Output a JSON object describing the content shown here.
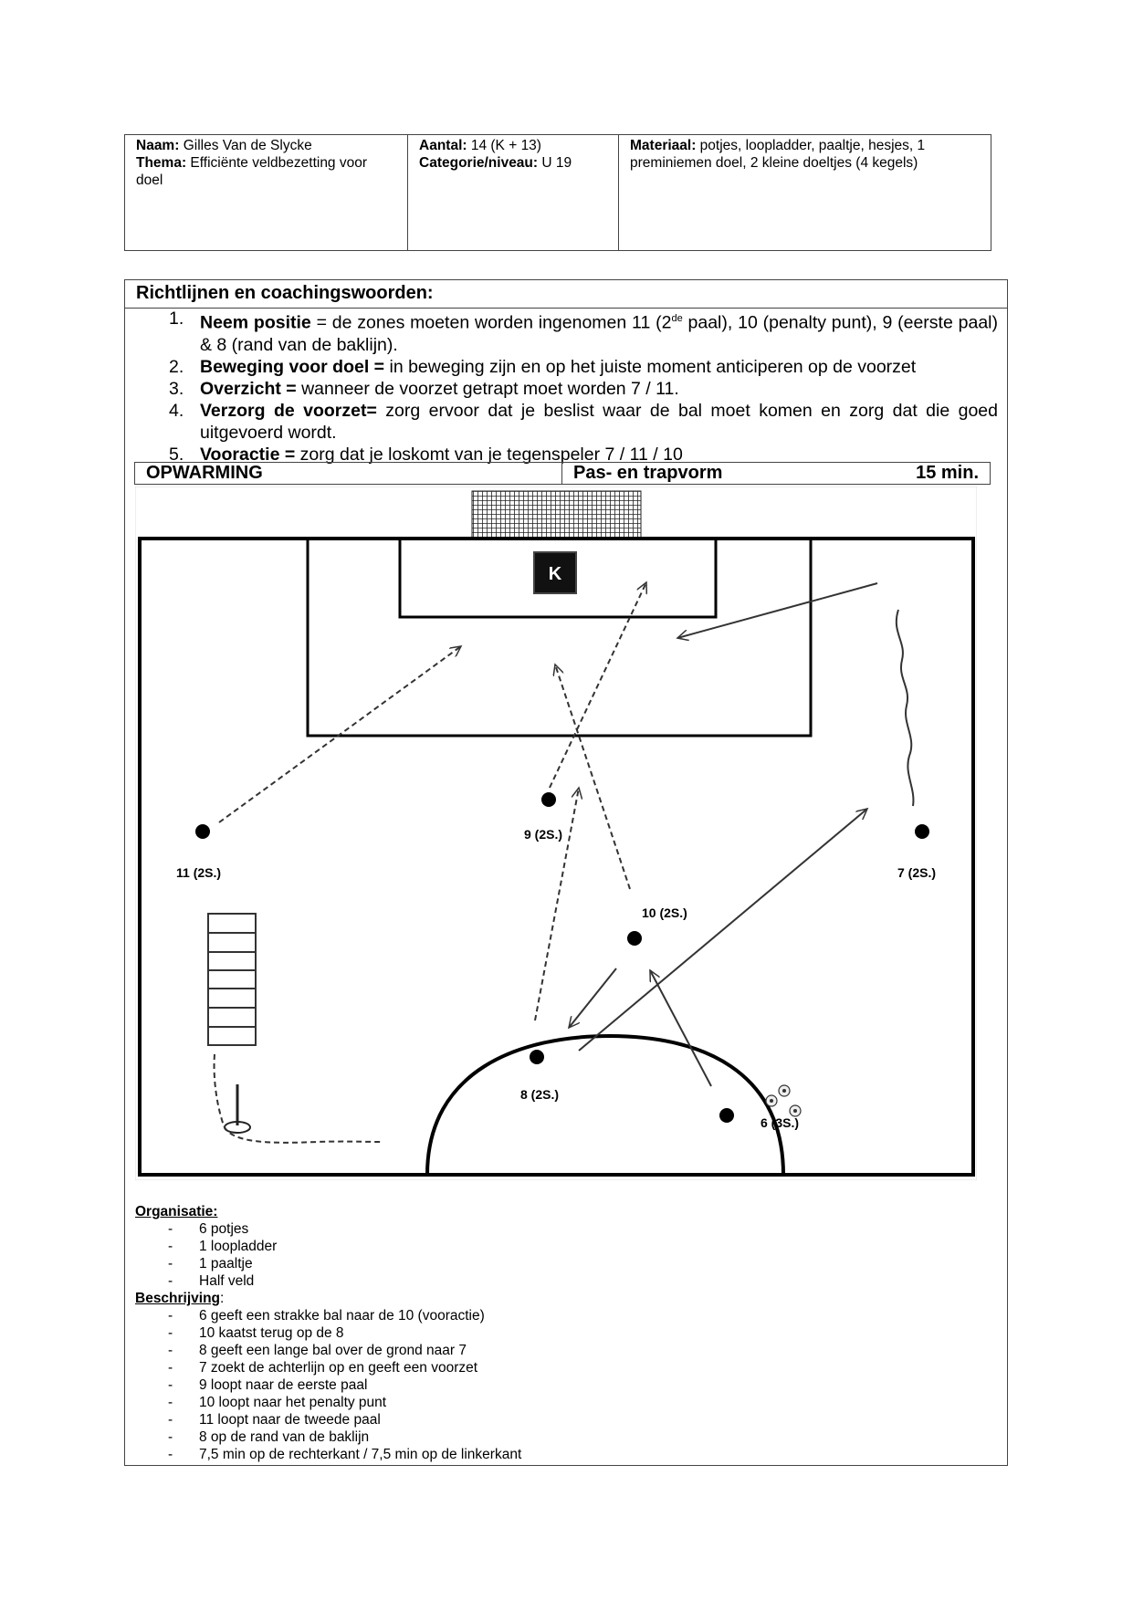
{
  "header": {
    "col1": {
      "naam_label": "Naam:",
      "naam_value": " Gilles Van de Slycke",
      "thema_label": "Thema:",
      "thema_value": " Efficiënte veldbezetting voor doel"
    },
    "col2": {
      "aantal_label": "Aantal:",
      "aantal_value": " 14 (K + 13)",
      "categorie_label": "Categorie/niveau:",
      "categorie_value": " U 19"
    },
    "col3": {
      "materiaal_label": "Materiaal:",
      "materiaal_value": " potjes, loopladder, paaltje, hesjes, 1 preminiemen doel, 2 kleine doeltjes (4 kegels)"
    }
  },
  "richtlijnen": {
    "title": "Richtlijnen en coachingswoorden:",
    "items": [
      {
        "num": "1.",
        "bold": "Neem positie",
        "pre": " = de zones moeten worden ingenomen 11 (2",
        "sup": "de",
        "post": " paal), 10 (penalty punt), 9 (eerste paal) & 8 (rand van de baklijn)."
      },
      {
        "num": "2.",
        "bold": "Beweging voor doel =",
        "text": " in beweging zijn en op het juiste moment anticiperen op de voorzet"
      },
      {
        "num": "3.",
        "bold": "Overzicht =",
        "text": " wanneer de voorzet getrapt moet worden 7 / 11."
      },
      {
        "num": "4.",
        "bold": "Verzorg de voorzet=",
        "text": " zorg ervoor dat je beslist waar de bal moet komen en zorg dat die goed uitgevoerd wordt."
      },
      {
        "num": "5.",
        "bold": "Vooractie =",
        "text": " zorg dat je loskomt van je tegenspeler 7 / 11 / 10"
      }
    ]
  },
  "opwarming": {
    "label": "OPWARMING",
    "vorm": "Pas- en trapvorm",
    "duur": "15 min."
  },
  "diagram": {
    "keeper": "K",
    "players": [
      {
        "label": "11 (2S.)"
      },
      {
        "label": "9 (2S.)"
      },
      {
        "label": "7 (2S.)"
      },
      {
        "label": "10 (2S.)"
      },
      {
        "label": "8 (2S.)"
      },
      {
        "label": "6 (3S.)"
      }
    ]
  },
  "organisatie": {
    "title": "Organisatie:",
    "items": [
      "6 potjes",
      "1 loopladder",
      "1 paaltje",
      "Half veld"
    ]
  },
  "beschrijving": {
    "title": "Beschrijving",
    "title_suffix": ":",
    "items": [
      "6 geeft een strakke bal naar de 10 (vooractie)",
      "10 kaatst terug op de 8",
      "8 geeft een lange bal over de grond naar 7",
      "7 zoekt de achterlijn op en geeft een voorzet",
      "9 loopt naar de eerste paal",
      "10 loopt naar het penalty punt",
      "11 loopt naar de tweede paal",
      "8 op de rand van de baklijn",
      "7,5 min op de rechterkant / 7,5 min op de linkerkant"
    ]
  },
  "bullet": "-"
}
